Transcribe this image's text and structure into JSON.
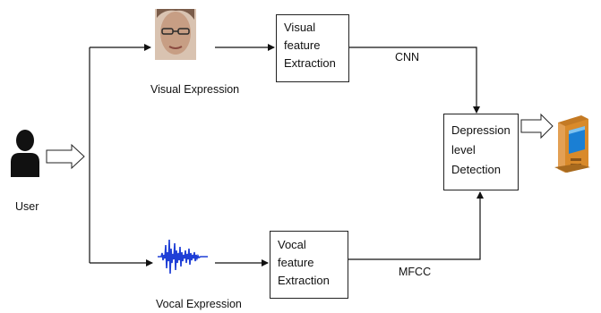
{
  "user": {
    "label": "User",
    "icon": "person-icon"
  },
  "visual_expression": {
    "label": "Visual Expression",
    "icon": "face-photo-icon"
  },
  "vocal_expression": {
    "label": "Vocal Expression",
    "icon": "waveform-icon"
  },
  "visual_box": {
    "lines": [
      "Visual",
      "feature",
      "Extraction"
    ]
  },
  "vocal_box": {
    "lines": [
      "Vocal",
      "feature",
      "Extraction"
    ]
  },
  "detection_box": {
    "lines": [
      "Depression",
      "level",
      "Detection"
    ]
  },
  "edge_labels": {
    "cnn": "CNN",
    "mfcc": "MFCC"
  },
  "output": {
    "icon": "computer-icon"
  },
  "colors": {
    "waveform": "#1f3fd6",
    "monitor_body": "#d98a2a",
    "screen": "#1a7fd4"
  }
}
